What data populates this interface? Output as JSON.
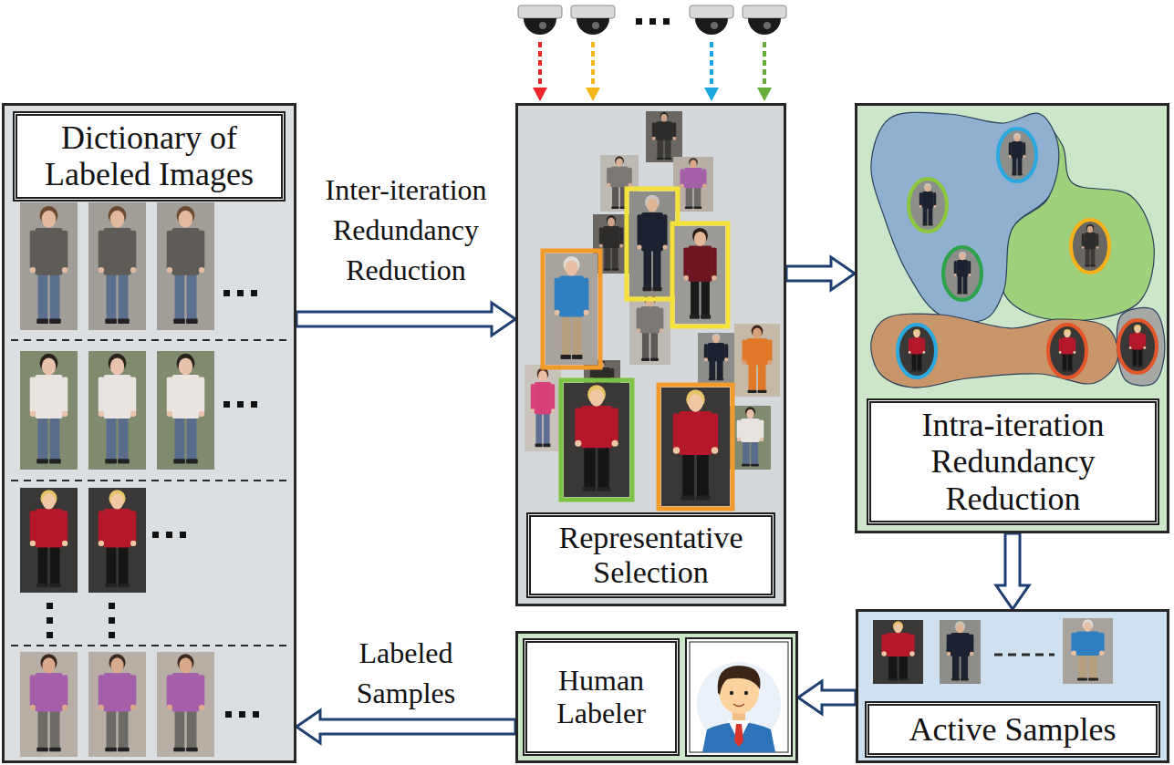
{
  "diagram": {
    "nodes": [
      {
        "text": [
          "Dictionary of Labeled Images"
        ]
      },
      {
        "text": [
          "Representative Selection"
        ]
      },
      {
        "text": [
          "Intra-iteration Redundancy Reduction"
        ]
      },
      {
        "text": [
          "Active Samples"
        ]
      },
      {
        "text": [
          "Human Labeler"
        ]
      }
    ],
    "edges": [
      {
        "from": 0,
        "to": 1,
        "arrow": "to",
        "label": "Inter-iteration Redundancy Reduction"
      },
      {
        "from": 1,
        "to": 2,
        "arrow": "to"
      },
      {
        "from": 2,
        "to": 3,
        "arrow": "to"
      },
      {
        "from": 3,
        "to": 4,
        "arrow": "to"
      },
      {
        "from": 4,
        "to": 0,
        "arrow": "to",
        "label": "Labeled Samples"
      }
    ]
  }
}
